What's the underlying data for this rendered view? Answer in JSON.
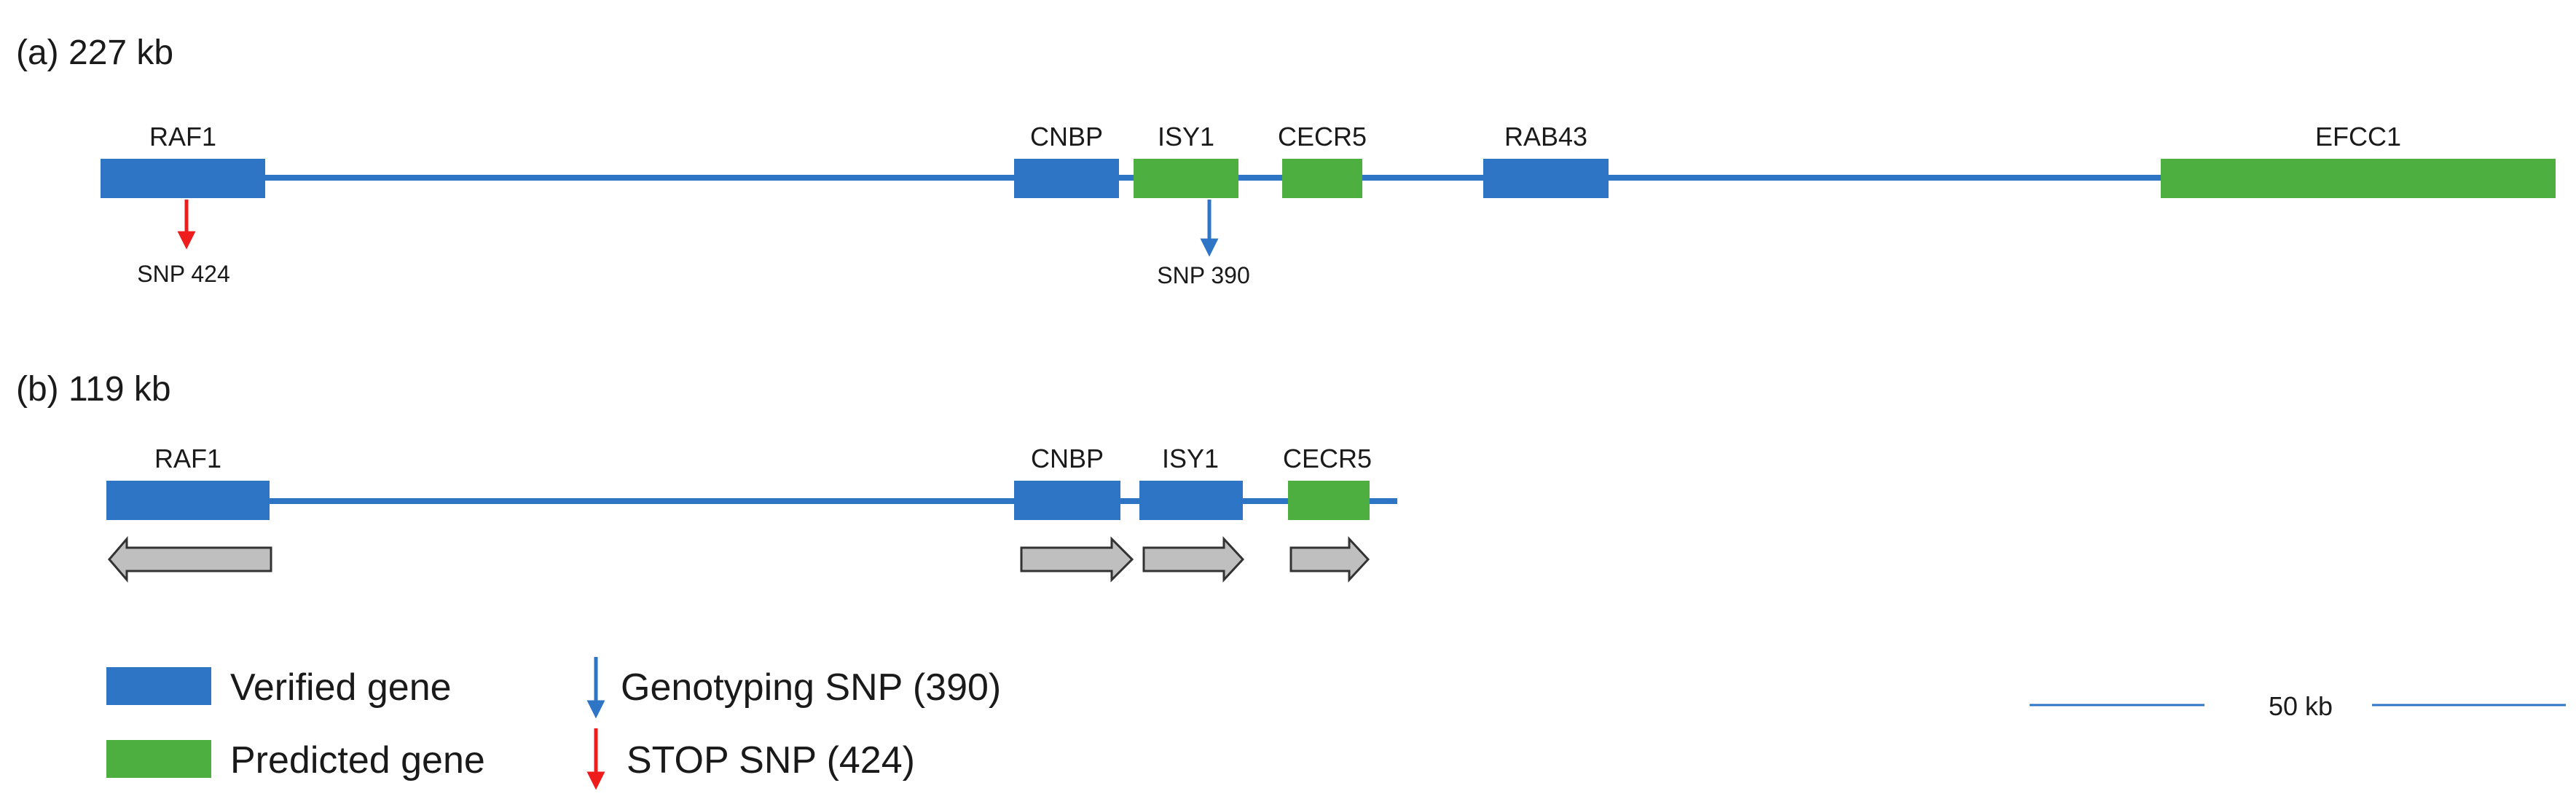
{
  "colors": {
    "verified": "#2e75c6",
    "predicted": "#4caf3f",
    "chromosome": "#2e75c6",
    "genotyping_snp": "#2e75c6",
    "stop_snp": "#ee1c1c",
    "strand_arrow_fill": "#bfbfbf",
    "strand_arrow_stroke": "#333333"
  },
  "panel_a": {
    "title": "(a) 227 kb",
    "genes": [
      {
        "name": "RAF1",
        "type": "verified"
      },
      {
        "name": "CNBP",
        "type": "verified"
      },
      {
        "name": "ISY1",
        "type": "predicted"
      },
      {
        "name": "CECR5",
        "type": "predicted"
      },
      {
        "name": "RAB43",
        "type": "verified"
      },
      {
        "name": "EFCC1",
        "type": "predicted"
      }
    ],
    "snps": [
      {
        "label": "SNP 424",
        "kind": "stop",
        "gene": "RAF1"
      },
      {
        "label": "SNP 390",
        "kind": "genotyping",
        "gene": "ISY1"
      }
    ]
  },
  "panel_b": {
    "title": "(b) 119 kb",
    "genes": [
      {
        "name": "RAF1",
        "type": "verified",
        "strand": "reverse"
      },
      {
        "name": "CNBP",
        "type": "verified",
        "strand": "forward"
      },
      {
        "name": "ISY1",
        "type": "verified",
        "strand": "forward"
      },
      {
        "name": "CECR5",
        "type": "predicted",
        "strand": "forward"
      }
    ]
  },
  "legend": {
    "verified_label": "Verified gene",
    "predicted_label": "Predicted gene",
    "genotyping_label": "Genotyping SNP (390)",
    "stop_label": "STOP SNP (424)"
  },
  "scale_bar": {
    "label": "50 kb"
  }
}
